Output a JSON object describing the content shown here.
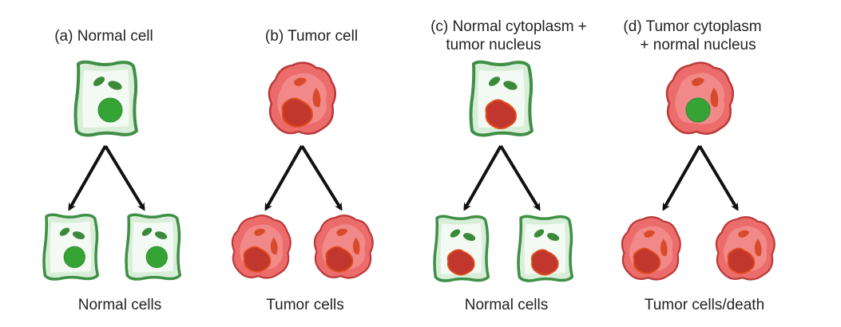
{
  "panels": [
    {
      "id": "a",
      "title_lines": [
        "(a) Normal cell"
      ],
      "cytoplasm": "normal",
      "nucleus": "normal",
      "offspring_cytoplasm": "normal",
      "offspring_nucleus": "normal",
      "outcome": "Normal cells"
    },
    {
      "id": "b",
      "title_lines": [
        "(b) Tumor cell"
      ],
      "cytoplasm": "tumor",
      "nucleus": "tumor",
      "offspring_cytoplasm": "tumor",
      "offspring_nucleus": "tumor",
      "outcome": "Tumor cells"
    },
    {
      "id": "c",
      "title_lines": [
        "(c) Normal cytoplasm +",
        "tumor nucleus"
      ],
      "cytoplasm": "normal",
      "nucleus": "tumor",
      "offspring_cytoplasm": "normal",
      "offspring_nucleus": "tumor",
      "outcome": "Normal cells"
    },
    {
      "id": "d",
      "title_lines": [
        "(d) Tumor cytoplasm",
        "+ normal nucleus"
      ],
      "cytoplasm": "tumor",
      "nucleus": "normal",
      "offspring_cytoplasm": "tumor",
      "offspring_nucleus": "tumor",
      "outcome": "Tumor cells/death"
    }
  ],
  "colors": {
    "normal_fill": "#d9eed9",
    "normal_inner": "#f3faf3",
    "normal_stroke": "#3f8f46",
    "normal_nucleus": "#35a435",
    "tumor_fill": "#ec6b6b",
    "tumor_inner": "#f6a3a3",
    "tumor_stroke": "#b93a3a",
    "tumor_nucleus": "#c1372d",
    "tumor_nucleus_stroke": "#e04d1c",
    "organelle_normal": "#3b8a3b",
    "organelle_tumor": "#d94a2a",
    "arrow": "#111111"
  }
}
